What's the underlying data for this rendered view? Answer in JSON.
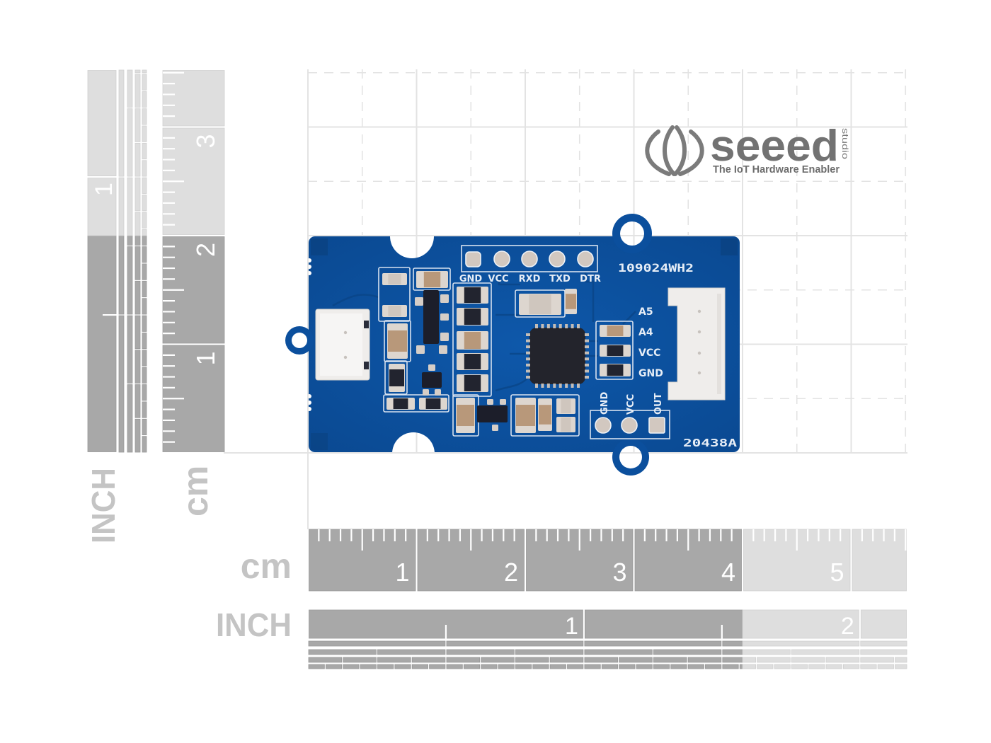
{
  "brand": {
    "name": "seeed",
    "sub": "studio",
    "tagline": "The IoT Hardware Enabler"
  },
  "board": {
    "size_cm": {
      "width": 4,
      "height": 2
    },
    "silkscreen": {
      "top_code": "109024WH2",
      "bottom_code": "20438A",
      "uart_header_pins": [
        "GND",
        "VCC",
        "RXD",
        "TXD",
        "DTR"
      ],
      "grove_connector_pins": [
        "A5",
        "A4",
        "VCC",
        "GND"
      ],
      "output_header_pins": [
        "GND",
        "VCC",
        "OUT"
      ]
    }
  },
  "rulers": {
    "horizontal_cm": {
      "unit": "cm",
      "labels": [
        "1",
        "2",
        "3",
        "4",
        "5"
      ]
    },
    "horizontal_inch": {
      "unit": "INCH",
      "labels": [
        "1",
        "2"
      ]
    },
    "vertical_cm": {
      "unit": "cm",
      "labels": [
        "1",
        "2",
        "3"
      ]
    },
    "vertical_inch": {
      "unit": "INCH",
      "labels": [
        "1"
      ]
    }
  },
  "colors": {
    "pcb": "#0b4f9d",
    "ruler_dark": "#a8a8a8",
    "ruler_light": "#dedede",
    "unit_label": "#c4c4c4",
    "grid": "#e3e3e3",
    "logo": "#727272"
  }
}
